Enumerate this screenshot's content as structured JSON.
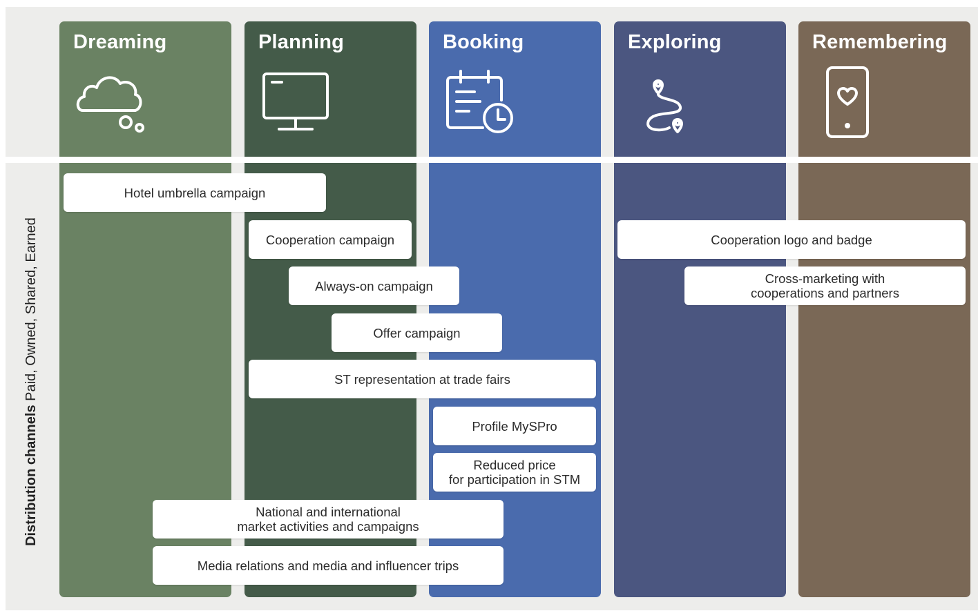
{
  "colors": {
    "dreaming": "#6a8263",
    "planning": "#445b49",
    "booking": "#4a6bad",
    "exploring": "#4b5680",
    "remembering": "#7a6856"
  },
  "phases": [
    {
      "title": "Dreaming",
      "icon": "cloud-icon"
    },
    {
      "title": "Planning",
      "icon": "monitor-icon"
    },
    {
      "title": "Booking",
      "icon": "calendar-clock-icon"
    },
    {
      "title": "Exploring",
      "icon": "route-pin-icon"
    },
    {
      "title": "Remembering",
      "icon": "phone-heart-icon"
    }
  ],
  "side_label": {
    "bold": "Distribution channels",
    "regular": "Paid, Owned, Shared, Earned"
  },
  "bars": [
    {
      "label": "Hotel umbrella campaign"
    },
    {
      "label": "Cooperation campaign"
    },
    {
      "label": "Always-on campaign"
    },
    {
      "label": "Offer campaign"
    },
    {
      "label": "ST representation at trade fairs"
    },
    {
      "label": "Profile MySPro"
    },
    {
      "label": "Reduced price\nfor participation in STM"
    },
    {
      "label": "National and international\nmarket activities and campaigns"
    },
    {
      "label": "Media relations and media and influencer trips"
    },
    {
      "label": "Cooperation logo and badge"
    },
    {
      "label": "Cross-marketing with\ncooperations and partners"
    }
  ]
}
